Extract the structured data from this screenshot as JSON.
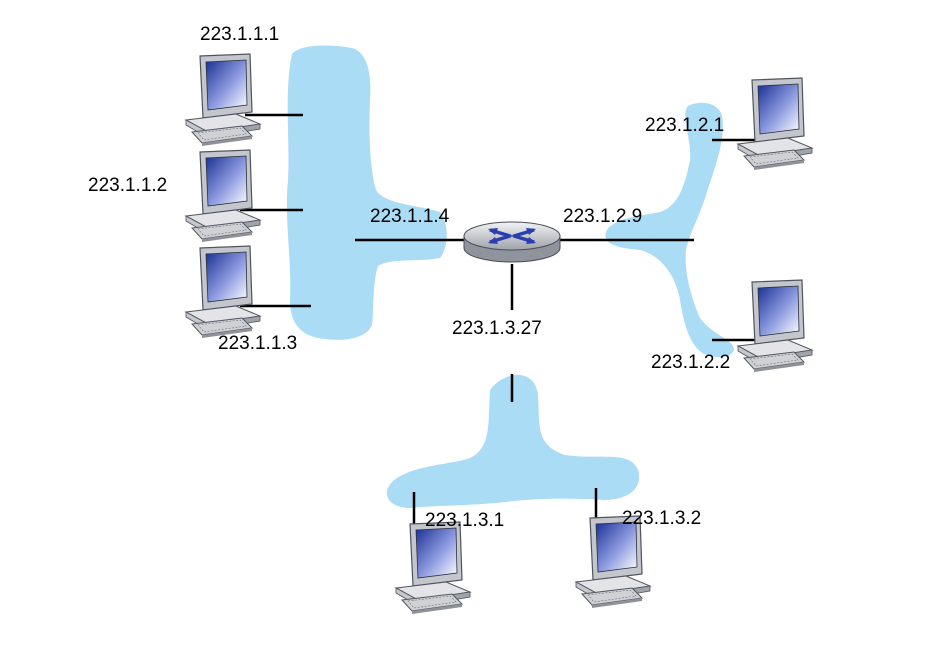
{
  "colors": {
    "subnet": "#aadcf5",
    "wire": "#000000",
    "router_body": "#dfe0e4",
    "router_arrows": "#2a3fae",
    "screen": "#2b3fa8",
    "computer_body": "#cfd1d6"
  },
  "icons": {
    "router": "router-icon",
    "computer": "computer-icon"
  },
  "router": {
    "labels": [
      "223.1.1.4",
      "223.1.2.9",
      "223.1.3.27"
    ]
  },
  "hosts": [
    {
      "address": "223.1.1.1"
    },
    {
      "address": "223.1.1.2"
    },
    {
      "address": "223.1.1.3"
    },
    {
      "address": "223.1.2.1"
    },
    {
      "address": "223.1.2.2"
    },
    {
      "address": "223.1.3.1"
    },
    {
      "address": "223.1.3.2"
    }
  ]
}
